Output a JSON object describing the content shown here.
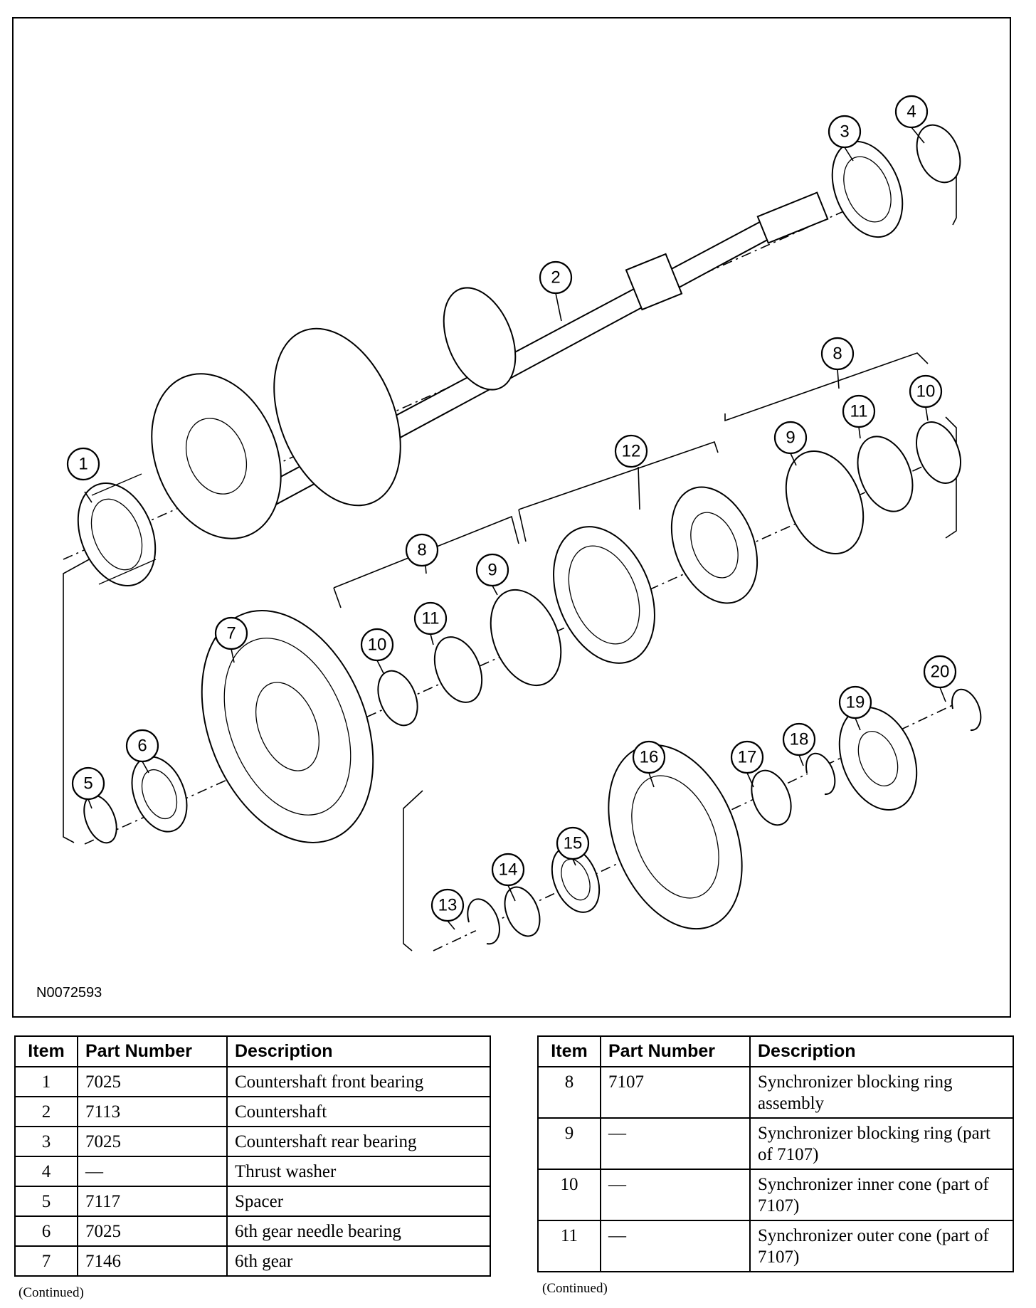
{
  "figure": {
    "code": "N0072593",
    "callouts": [
      "1",
      "2",
      "3",
      "4",
      "5",
      "6",
      "7",
      "8",
      "9",
      "10",
      "11",
      "12",
      "13",
      "14",
      "15",
      "16",
      "17",
      "18",
      "19",
      "20"
    ]
  },
  "tables": [
    {
      "headers": [
        "Item",
        "Part Number",
        "Description"
      ],
      "rows": [
        {
          "item": "1",
          "part": "7025",
          "desc": "Countershaft front bearing"
        },
        {
          "item": "2",
          "part": "7113",
          "desc": "Countershaft"
        },
        {
          "item": "3",
          "part": "7025",
          "desc": "Countershaft rear bearing"
        },
        {
          "item": "4",
          "part": "—",
          "desc": "Thrust washer"
        },
        {
          "item": "5",
          "part": "7117",
          "desc": "Spacer"
        },
        {
          "item": "6",
          "part": "7025",
          "desc": "6th gear needle bearing"
        },
        {
          "item": "7",
          "part": "7146",
          "desc": "6th gear"
        }
      ],
      "footnote": "(Continued)"
    },
    {
      "headers": [
        "Item",
        "Part Number",
        "Description"
      ],
      "rows": [
        {
          "item": "8",
          "part": "7107",
          "desc": "Synchronizer blocking ring assembly"
        },
        {
          "item": "9",
          "part": "—",
          "desc": "Synchronizer blocking ring (part of 7107)"
        },
        {
          "item": "10",
          "part": "—",
          "desc": "Synchronizer inner cone (part of 7107)"
        },
        {
          "item": "11",
          "part": "—",
          "desc": "Synchronizer outer cone (part of 7107)"
        }
      ],
      "footnote": "(Continued)"
    }
  ]
}
